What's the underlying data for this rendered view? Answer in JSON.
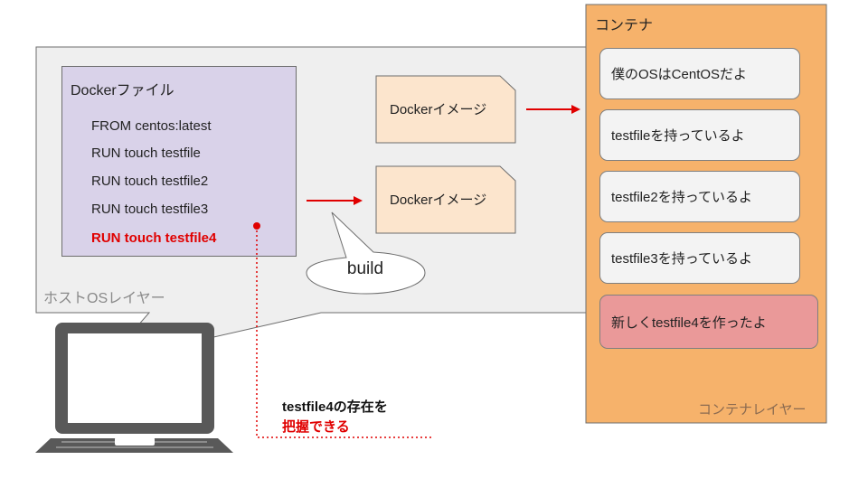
{
  "host_layer": {
    "label": "ホストOSレイヤー"
  },
  "dockerfile": {
    "title": "Dockerファイル",
    "lines": [
      "FROM centos:latest",
      "RUN touch testfile",
      "RUN touch testfile2",
      "RUN touch testfile3",
      "RUN touch testfile4"
    ]
  },
  "images": [
    {
      "label": "Dockerイメージ"
    },
    {
      "label": "Dockerイメージ"
    }
  ],
  "build_label": "build",
  "container": {
    "title": "コンテナ",
    "footer": "コンテナレイヤー",
    "bubbles": [
      "僕のOSはCentOSだよ",
      "testfileを持っているよ",
      "testfile2を持っているよ",
      "testfile3を持っているよ",
      "新しくtestfile4を作ったよ"
    ]
  },
  "note": {
    "line1": "testfile4の存在を",
    "line2": "把握できる"
  },
  "colors": {
    "host_bg": "#efefef",
    "dockerfile_bg": "#d9d2e9",
    "image_bg": "#fce5cd",
    "container_bg": "#f6b26b",
    "bubble_bg": "#f3f3f3",
    "bubble_new_bg": "#ea9999",
    "accent_red": "#e00000"
  }
}
